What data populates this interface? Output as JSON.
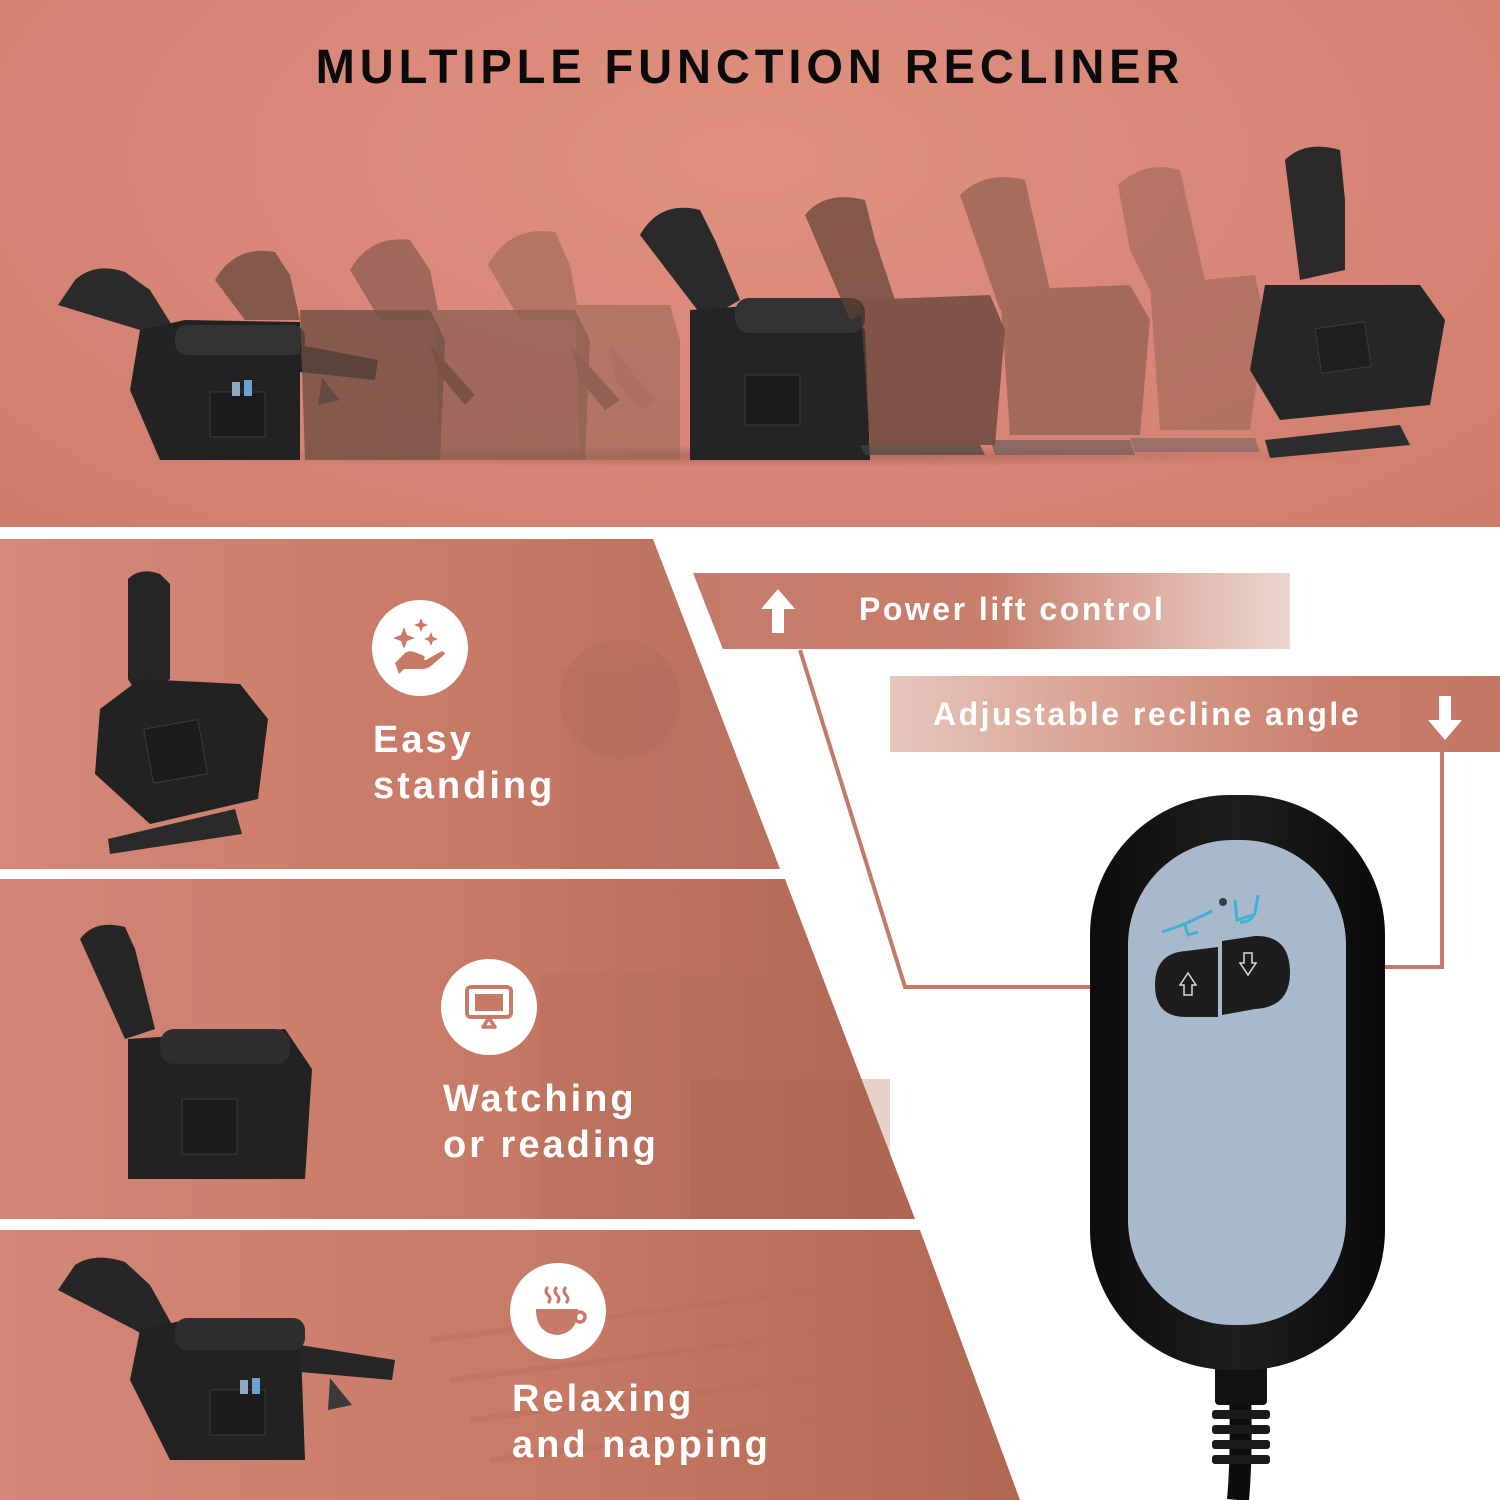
{
  "banner": {
    "title": "MULTIPLE FUNCTION RECLINER",
    "background_color": "#d8877a",
    "chair_positions": [
      "fully reclined (black)",
      "reclined (brown, faded)",
      "reclined (brown, faded)",
      "reclined (brown, faded)",
      "upright seated (black)",
      "lifting (brown, faded)",
      "lifting (brown, faded)",
      "lifting (brown, faded)",
      "fully lifted (black)"
    ]
  },
  "features": [
    {
      "icon": "sparkle-hand-icon",
      "line1": "Easy",
      "line2": "standing"
    },
    {
      "icon": "monitor-icon",
      "line1": "Watching",
      "line2": "or reading"
    },
    {
      "icon": "coffee-cup-icon",
      "line1": "Relaxing",
      "line2": "and napping"
    }
  ],
  "callouts": {
    "lift": {
      "label": "Power lift control",
      "icon": "arrow-up-icon"
    },
    "recline": {
      "label": "Adjustable recline angle",
      "icon": "arrow-down-icon"
    }
  },
  "remote": {
    "buttons": [
      {
        "name": "up",
        "icon": "arrow-up-outline-icon"
      },
      {
        "name": "down",
        "icon": "arrow-down-outline-icon"
      }
    ],
    "face_color": "#a9b9cc",
    "body_color": "#111111",
    "accent_icon_color": "#3fb2d6"
  },
  "colors": {
    "accent": "#c97d6b",
    "panel": "#c47a67",
    "text_light": "#ffffff",
    "title_text": "#0b0b0b"
  }
}
